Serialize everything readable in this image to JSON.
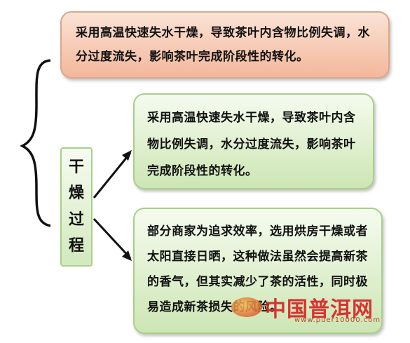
{
  "boxes": {
    "top": "采用高温快速失水干燥，导致茶叶内含物比例失调，水分过度流失，影响茶叶完成阶段性的转化。",
    "middle": "采用高温快速失水干燥，导致茶叶内含物比例失调，水分过度流失，影响茶叶完成阶段性的转化。",
    "bottom": "部分商家为追求效率，选用烘房干燥或者太阳直接日晒，这种做法虽然会提高新茶的香气，但其实减少了茶的活性，同时极易造成新茶损失的风险。"
  },
  "label": [
    "干",
    "燥",
    "过",
    "程"
  ],
  "watermark": {
    "text": "中国普洱网",
    "url": "www.puer10000.com"
  },
  "colors": {
    "top_box": "#f3b79a",
    "green_box": "#cde6b4",
    "watermark": "#d82424"
  }
}
